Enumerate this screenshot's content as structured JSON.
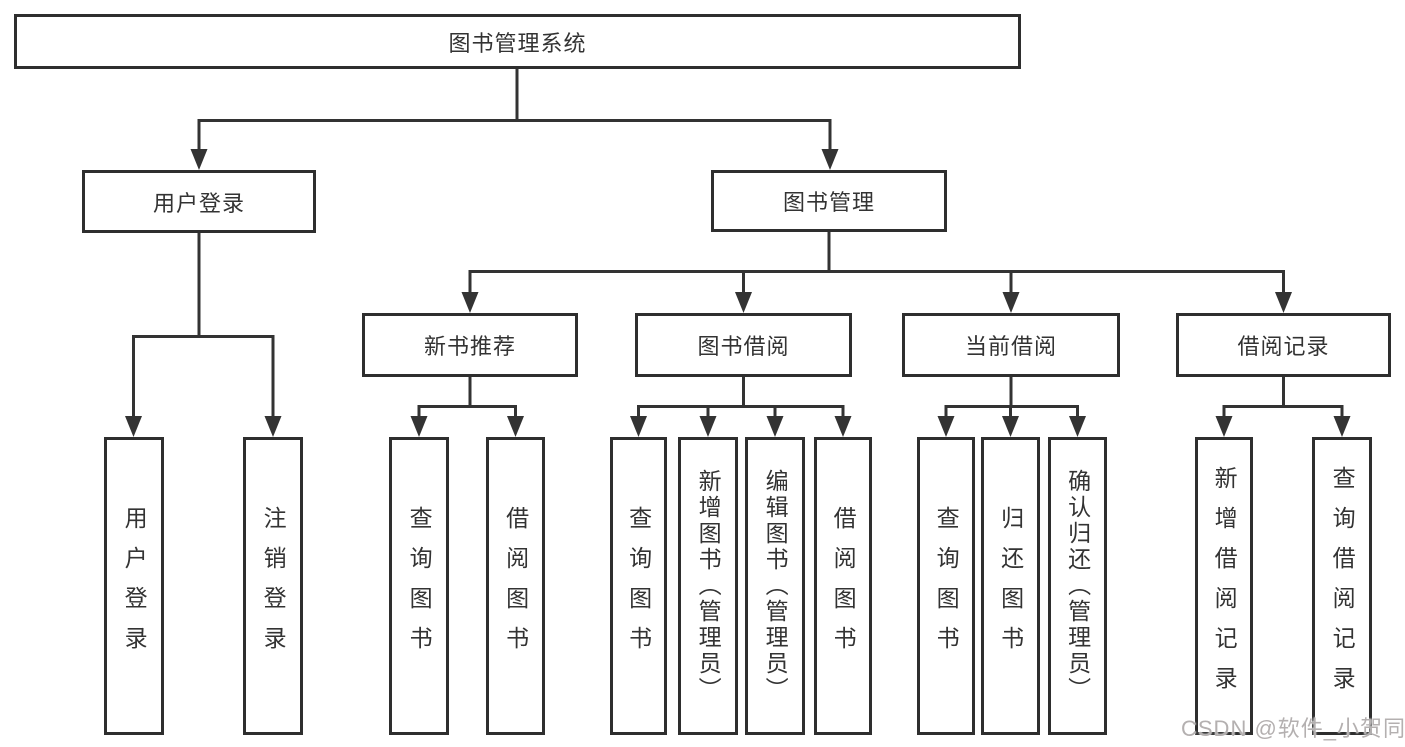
{
  "diagram": {
    "root": {
      "label": "图书管理系统"
    },
    "branches": [
      {
        "label": "用户登录",
        "leaves": [
          "用户登录",
          "注销登录"
        ]
      },
      {
        "label": "图书管理",
        "groups": [
          {
            "label": "新书推荐",
            "leaves": [
              "查询图书",
              "借阅图书"
            ]
          },
          {
            "label": "图书借阅",
            "leaves": [
              "查询图书",
              "新增图书（管理员）",
              "编辑图书（管理员）",
              "借阅图书"
            ]
          },
          {
            "label": "当前借阅",
            "leaves": [
              "查询图书",
              "归还图书",
              "确认归还（管理员）"
            ]
          },
          {
            "label": "借阅记录",
            "leaves": [
              "新增借阅记录",
              "查询借阅记录"
            ]
          }
        ]
      }
    ]
  },
  "watermark": {
    "text": "CSDN @软件_小贺同学"
  },
  "colors": {
    "line": "#333333",
    "box_border": "#2e2e2e",
    "text": "#333333",
    "background": "#ffffff",
    "watermark": "#a7a2a2"
  }
}
